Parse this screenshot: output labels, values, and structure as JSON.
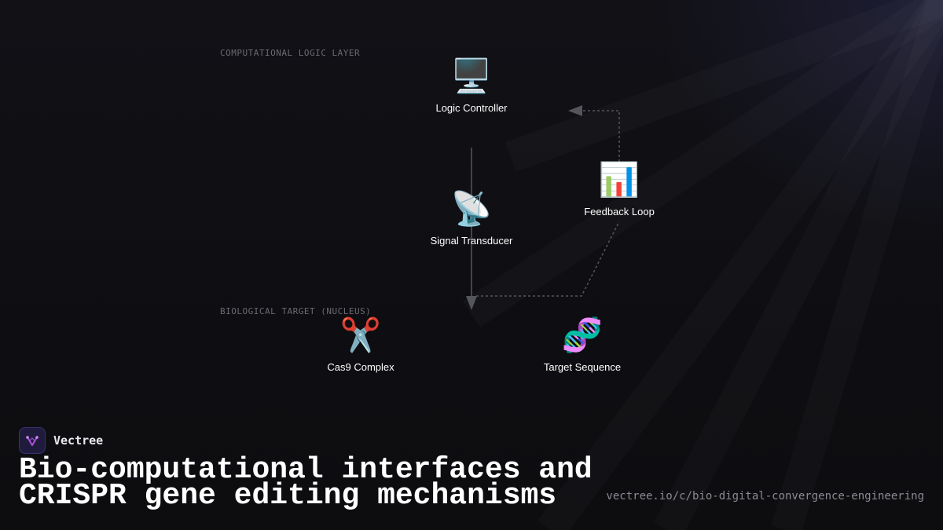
{
  "layers": {
    "computational": "COMPUTATIONAL LOGIC LAYER",
    "biological": "BIOLOGICAL TARGET (NUCLEUS)"
  },
  "nodes": {
    "logic_controller": {
      "icon": "🖥️",
      "icon_name": "desktop-computer-icon",
      "label": "Logic Controller"
    },
    "signal_transducer": {
      "icon": "📡",
      "icon_name": "satellite-antenna-icon",
      "label": "Signal Transducer"
    },
    "feedback_loop": {
      "icon": "📊",
      "icon_name": "bar-chart-icon",
      "label": "Feedback Loop"
    },
    "cas9_complex": {
      "icon": "✂️",
      "icon_name": "scissors-icon",
      "label": "Cas9 Complex"
    },
    "target_sequence": {
      "icon": "🧬",
      "icon_name": "dna-icon",
      "label": "Target Sequence"
    }
  },
  "edges": [
    {
      "from": "Logic Controller",
      "to": "Cas9 Complex",
      "style": "solid"
    },
    {
      "from": "Target Sequence",
      "to": "Feedback Loop",
      "style": "dotted"
    },
    {
      "from": "Feedback Loop",
      "to": "Logic Controller",
      "style": "dotted"
    }
  ],
  "footer": {
    "brand": "Vectree",
    "title": "Bio-computational interfaces and CRISPR gene editing mechanisms",
    "url": "vectree.io/c/bio-digital-convergence-engineering"
  },
  "colors": {
    "background": "#111116",
    "edge": "#55555c",
    "text": "#ffffff",
    "muted": "#6a6a72",
    "brand_accent": "#b14fd8"
  }
}
